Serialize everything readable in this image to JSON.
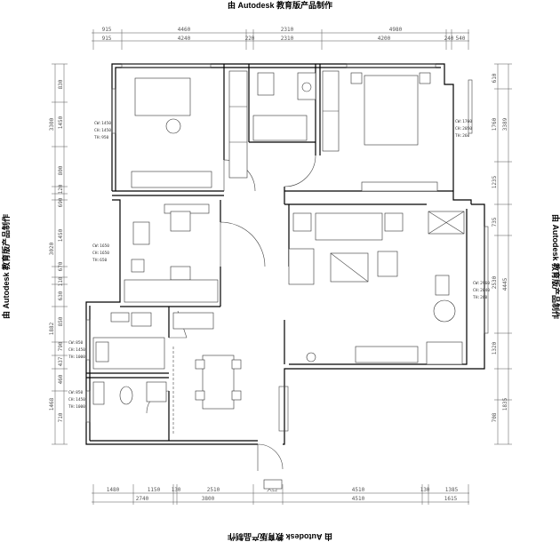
{
  "watermark": "由 Autodesk 教育版产品制作",
  "dims_top_outer": [
    "915",
    "4460",
    "2310",
    "4980"
  ],
  "dims_top_inner": [
    "915",
    "4240",
    "220",
    "2310",
    "4200",
    "240",
    "540"
  ],
  "dims_bottom_inner": [
    "1480",
    "1150",
    "130",
    "2510",
    "入口",
    "4510",
    "130",
    "1385"
  ],
  "dims_bottom_outer": [
    "2740",
    "3800",
    "4510",
    "1615"
  ],
  "dims_left_inner": [
    "830",
    "1450",
    "800",
    "120",
    "690",
    "1450",
    "670",
    "110",
    "630",
    "850",
    "790",
    "437",
    "460",
    "710"
  ],
  "dims_left_outer": [
    "3300",
    "3020",
    "1882",
    "1468"
  ],
  "dims_right_inner": [
    "610",
    "1760",
    "1235",
    "735",
    "2530",
    "1320",
    "708"
  ],
  "dims_right_outer": [
    "3389",
    "4445",
    "1835"
  ],
  "room_labels": {
    "bedroom1": [
      "CW:1450",
      "CH:1450",
      "TH:950"
    ],
    "study": [
      "CW:1650",
      "CH:1650",
      "TH:650"
    ],
    "kitchen": [
      "CW:850",
      "CH:1450",
      "TH:1000"
    ],
    "bath": [
      "CW:850",
      "CH:1450",
      "TH:1000"
    ],
    "master": [
      "CW:1760",
      "CH:2050",
      "TH:260"
    ],
    "living": [
      "CW:2960",
      "CH:2040",
      "TH:260"
    ]
  }
}
